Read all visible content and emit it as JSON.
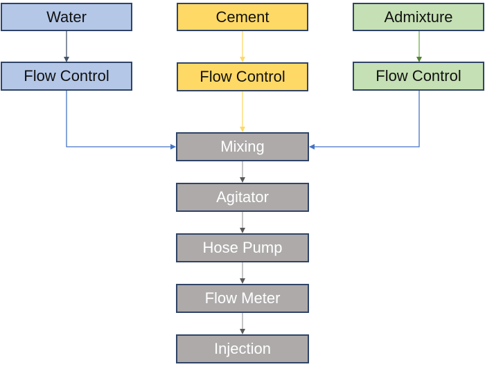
{
  "nodes": {
    "water": "Water",
    "cement": "Cement",
    "admixture": "Admixture",
    "flow_control_water": "Flow Control",
    "flow_control_cement": "Flow Control",
    "flow_control_admixture": "Flow Control",
    "mixing": "Mixing",
    "agitator": "Agitator",
    "hose_pump": "Hose Pump",
    "flow_meter": "Flow Meter",
    "injection": "Injection"
  },
  "colors": {
    "water": "#b4c7e7",
    "cement": "#ffd966",
    "admixture": "#c5e0b4",
    "process": "#aeaaaa",
    "border": "#2f4366"
  },
  "edges": [
    {
      "from": "Water",
      "to": "Flow Control (water)"
    },
    {
      "from": "Cement",
      "to": "Flow Control (cement)"
    },
    {
      "from": "Admixture",
      "to": "Flow Control (admixture)"
    },
    {
      "from": "Flow Control (water)",
      "to": "Mixing"
    },
    {
      "from": "Flow Control (cement)",
      "to": "Mixing"
    },
    {
      "from": "Flow Control (admixture)",
      "to": "Mixing"
    },
    {
      "from": "Mixing",
      "to": "Agitator"
    },
    {
      "from": "Agitator",
      "to": "Hose Pump"
    },
    {
      "from": "Hose Pump",
      "to": "Flow Meter"
    },
    {
      "from": "Flow Meter",
      "to": "Injection"
    }
  ]
}
